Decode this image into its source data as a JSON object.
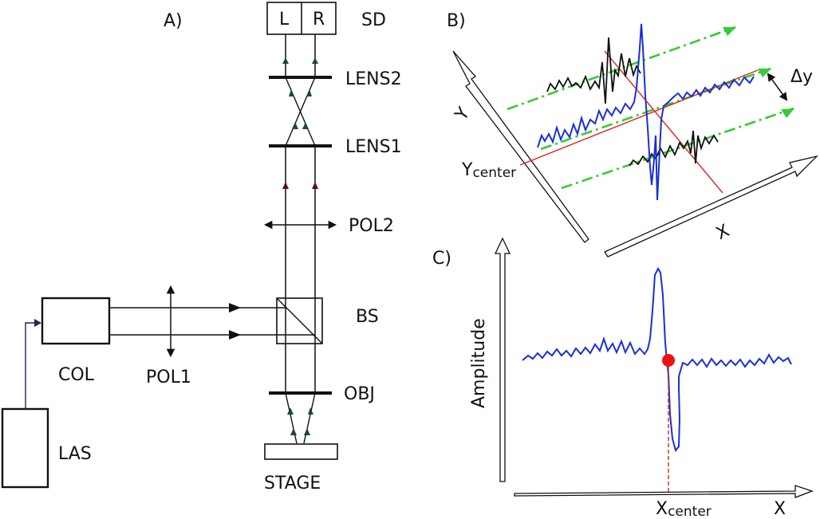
{
  "panels": {
    "a": "A)",
    "b": "B)",
    "c": "C)"
  },
  "setup": {
    "sd_label": "SD",
    "sd_left": "L",
    "sd_right": "R",
    "lens2": "LENS2",
    "lens1": "LENS1",
    "pol2": "POL2",
    "bs": "BS",
    "obj": "OBJ",
    "stage": "STAGE",
    "col": "COL",
    "pol1": "POL1",
    "las": "LAS"
  },
  "panel_b": {
    "y_axis_glyph": "Y",
    "x_axis_glyph": "X",
    "y_center_main": "Y",
    "y_center_sub": "center",
    "delta_y": "Δy"
  },
  "panel_c": {
    "amplitude": "Amplitude",
    "x_center_main": "X",
    "x_center_sub": "center",
    "x_axis": "X"
  },
  "colors": {
    "beam": "#111111",
    "signal": "#1a2fd6",
    "signal_trace": "#111111",
    "scan_line": "#33cc33",
    "center_line": "#e02020",
    "center_point": "#ee1111",
    "arrowhead_green": "#1f4a2a",
    "arrowhead_red": "#5a1010",
    "laser_arrow": "#2a2050"
  }
}
